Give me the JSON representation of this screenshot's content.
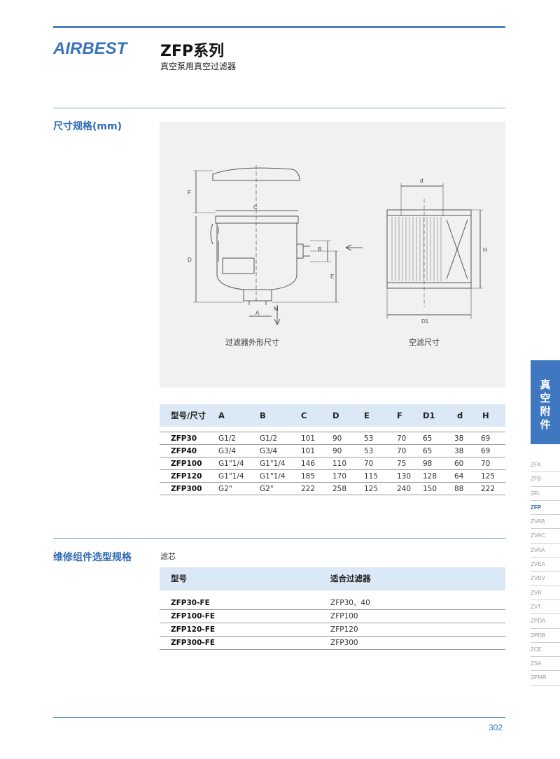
{
  "header": {
    "brand": "AIRBEST",
    "series_title": "ZFP系列",
    "subtitle": "真空泵用真空过滤器"
  },
  "dimensions_section": {
    "label": "尺寸规格(mm)",
    "diagram_left_caption": "过滤器外形尺寸",
    "diagram_right_caption": "空滤尺寸",
    "diagram_labels": {
      "F": "F",
      "C": "C",
      "D": "D",
      "B": "B",
      "E": "E",
      "A": "A",
      "M": "M",
      "d": "d",
      "H": "H",
      "D1": "D1"
    },
    "table": {
      "headers": [
        "型号/尺寸",
        "A",
        "B",
        "C",
        "D",
        "E",
        "F",
        "D1",
        "d",
        "H"
      ],
      "rows": [
        [
          "ZFP30",
          "G1/2",
          "G1/2",
          "101",
          "90",
          "53",
          "70",
          "65",
          "38",
          "69"
        ],
        [
          "ZFP40",
          "G3/4",
          "G3/4",
          "101",
          "90",
          "53",
          "70",
          "65",
          "38",
          "69"
        ],
        [
          "ZFP100",
          "G1\"1/4",
          "G1\"1/4",
          "146",
          "110",
          "70",
          "75",
          "98",
          "60",
          "70"
        ],
        [
          "ZFP120",
          "G1\"1/4",
          "G1\"1/4",
          "185",
          "170",
          "115",
          "130",
          "128",
          "64",
          "125"
        ],
        [
          "ZFP300",
          "G2\"",
          "G2\"",
          "222",
          "258",
          "125",
          "240",
          "150",
          "88",
          "222"
        ]
      ]
    }
  },
  "maintenance_section": {
    "label": "维修组件选型规格",
    "sub_label": "滤芯",
    "table": {
      "headers": [
        "型号",
        "适合过滤器"
      ],
      "rows": [
        [
          "ZFP30-FE",
          "ZFP30、40"
        ],
        [
          "ZFP100-FE",
          "ZFP100"
        ],
        [
          "ZFP120-FE",
          "ZFP120"
        ],
        [
          "ZFP300-FE",
          "ZFP300"
        ]
      ]
    }
  },
  "side_tab": {
    "line1": "真",
    "line2": "空",
    "line3": "附",
    "line4": "件"
  },
  "side_nav": {
    "items": [
      "ZFA",
      "ZFB",
      "ZFL",
      "ZFP",
      "ZVAB",
      "ZVAC",
      "ZVAA",
      "ZVEA",
      "ZVEV",
      "ZVR",
      "ZVT",
      "ZPDA",
      "ZPDB",
      "ZCE",
      "ZSA",
      "ZPMR"
    ],
    "active": "ZFP"
  },
  "footer": {
    "page_number": "302"
  },
  "colors": {
    "accent": "#3a74bd",
    "table_header": "#dbe8f5",
    "diagram_bg": "#f1f1f1"
  }
}
